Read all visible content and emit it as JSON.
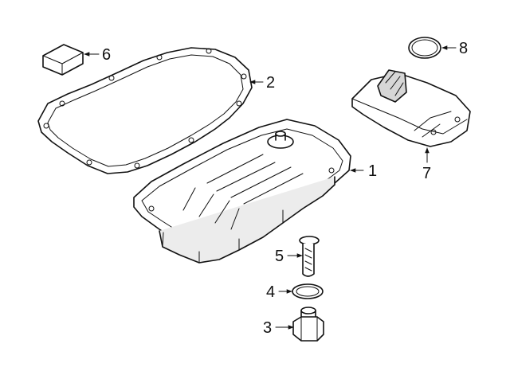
{
  "callouts": [
    {
      "id": "part-1",
      "label": "1"
    },
    {
      "id": "part-2",
      "label": "2"
    },
    {
      "id": "part-3",
      "label": "3"
    },
    {
      "id": "part-4",
      "label": "4"
    },
    {
      "id": "part-5",
      "label": "5"
    },
    {
      "id": "part-6",
      "label": "6"
    },
    {
      "id": "part-7",
      "label": "7"
    },
    {
      "id": "part-8",
      "label": "8"
    }
  ],
  "colors": {
    "ink": "#111111",
    "background": "#ffffff",
    "shade": "#ececec"
  }
}
